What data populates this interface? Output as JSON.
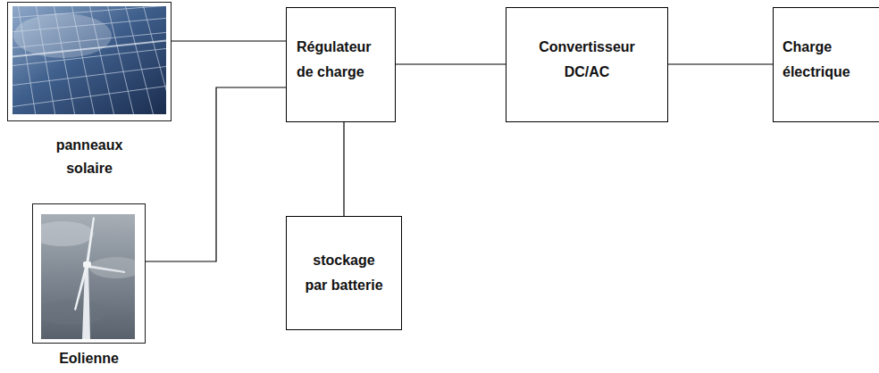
{
  "diagram": {
    "nodes": [
      {
        "text": [
          "panneaux solaire"
        ]
      },
      {
        "text": [
          "Régulateur de charge"
        ]
      },
      {
        "text": [
          "Convertisseur DC/AC"
        ]
      },
      {
        "text": [
          "Charge électrique"
        ]
      },
      {
        "text": [
          "Eolienne"
        ]
      },
      {
        "text": [
          "stockage par batterie"
        ]
      }
    ],
    "edges": [
      {
        "from": 0,
        "to": 1,
        "arrow": "none"
      },
      {
        "from": 4,
        "to": 1,
        "arrow": "none"
      },
      {
        "from": 1,
        "to": 2,
        "arrow": "none"
      },
      {
        "from": 2,
        "to": 3,
        "arrow": "none"
      },
      {
        "from": 1,
        "to": 5,
        "arrow": "none"
      }
    ]
  }
}
